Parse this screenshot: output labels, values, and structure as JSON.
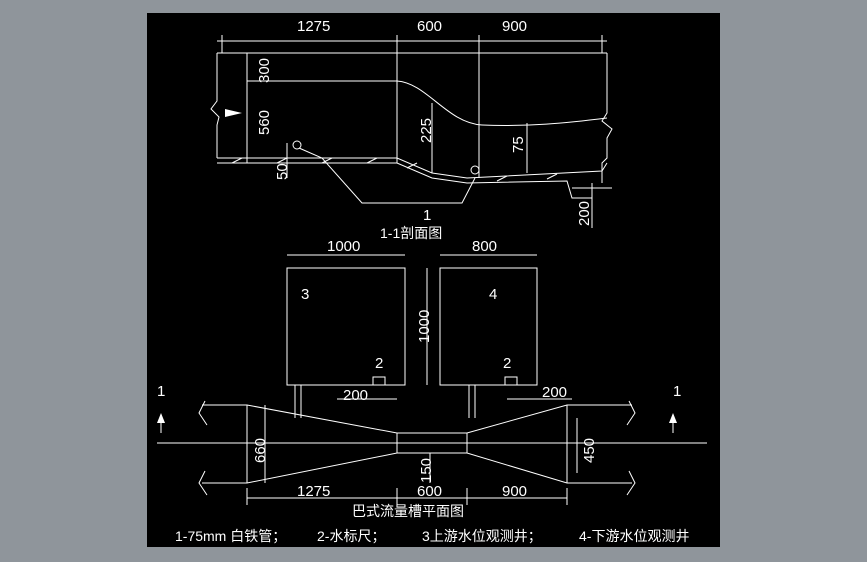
{
  "section_view": {
    "dim_top": [
      "1275",
      "600",
      "900"
    ],
    "dim_300": "300",
    "dim_560": "560",
    "dim_225": "225",
    "dim_75": "75",
    "dim_50": "50",
    "dim_200": "200",
    "marker": "1",
    "title": "1-1剖面图"
  },
  "plan_view": {
    "dim_well3_width": "1000",
    "dim_well4_width": "800",
    "dim_well_height": "1000",
    "well3_label": "3",
    "well4_label": "4",
    "gauge3_label": "2",
    "gauge4_label": "2",
    "dim_200_left": "200",
    "dim_200_right": "200",
    "dim_660": "660",
    "dim_450": "450",
    "dim_150": "150",
    "dim_bottom": [
      "1275",
      "600",
      "900"
    ],
    "section_mark_left": "1",
    "section_mark_right": "1",
    "title": "巴式流量槽平面图"
  },
  "legend": {
    "item1": "1-75mm 白铁管；",
    "item2": "2-水标尺；",
    "item3": "3上游水位观测井；",
    "item4": "4-下游水位观测井"
  }
}
